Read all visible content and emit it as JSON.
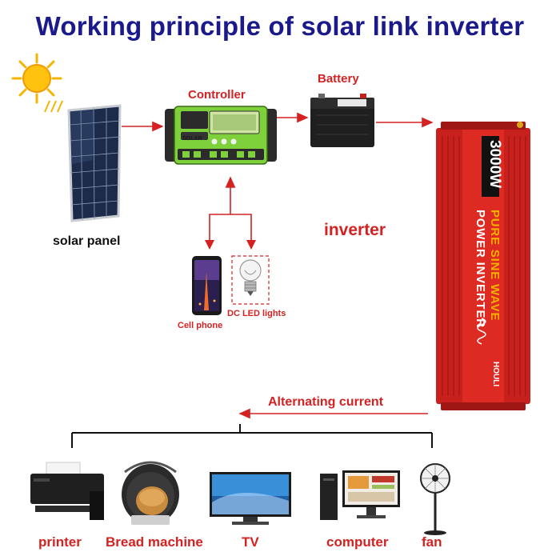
{
  "title": "Working principle of solar link inverter",
  "labels": {
    "controller": "Controller",
    "battery": "Battery",
    "solar_panel": "solar panel",
    "inverter": "inverter",
    "cell_phone": "Cell phone",
    "dc_led": "DC LED lights",
    "alternating_current": "Alternating current"
  },
  "inverter_device": {
    "wattage": "3000W",
    "line1": "PURE SINE WAVE",
    "line2": "POWER INVERTER",
    "brand": "HOULI"
  },
  "controller_device": {
    "badge": "SOLAR"
  },
  "appliances": {
    "printer": "printer",
    "bread_machine": "Bread machine",
    "tv": "TV",
    "computer": "computer",
    "fan": "fan"
  },
  "colors": {
    "title": "#1a1a8c",
    "label_red": "#d42222",
    "arrow": "#d42222",
    "inverter_body": "#d8231f",
    "controller_body": "#7fd13b"
  }
}
